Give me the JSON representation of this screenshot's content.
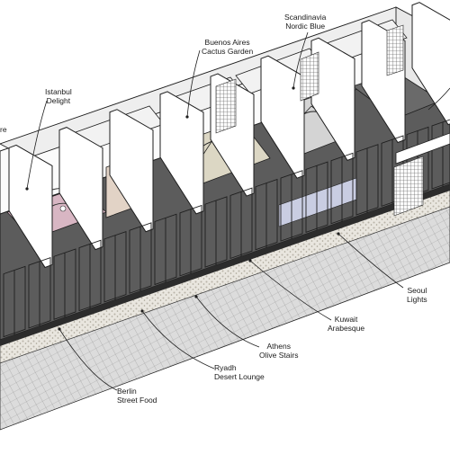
{
  "labels": [
    {
      "id": "scandinavia",
      "line1": "Scandinavia",
      "line2": "Nordic Blue"
    },
    {
      "id": "buenos-aires",
      "line1": "Buenos Aires",
      "line2": "Cactus Garden"
    },
    {
      "id": "istanbul",
      "line1": "Istanbul",
      "line2": "Delight"
    },
    {
      "id": "cut-left",
      "line1": "re",
      "line2": ""
    },
    {
      "id": "seoul",
      "line1": "Seoul",
      "line2": "Lights"
    },
    {
      "id": "kuwait",
      "line1": "Kuwait",
      "line2": "Arabesque"
    },
    {
      "id": "athens",
      "line1": "Athens",
      "line2": "Olive Stairs"
    },
    {
      "id": "ryadh",
      "line1": "Ryadh",
      "line2": "Desert Lounge"
    },
    {
      "id": "berlin",
      "line1": "Berlin",
      "line2": "Street Food"
    }
  ],
  "colors": {
    "line": "#1e1e1e",
    "floor": "#5a5a5a",
    "wall": "#ffffff",
    "roof_panel": "#f0f0f0",
    "terrace": "#e4e4e4",
    "pink_room": "#d9b7c4",
    "tan_room": "#e2d3c6",
    "blue_glass": "#c9cde2",
    "yellow_accent": "#ece3b0"
  }
}
